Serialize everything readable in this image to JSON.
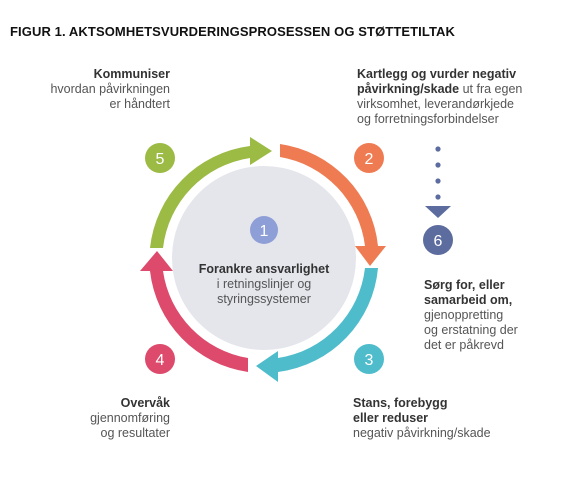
{
  "figure": {
    "title": "FIGUR 1. AKTSOMHETSVURDERINGSPROSESSEN OG STØTTETILTAK"
  },
  "colors": {
    "green": "#9bbb45",
    "orange": "#ef7b53",
    "teal": "#4fbccb",
    "pink": "#dd4a6b",
    "center_circle": "#e4e6ec",
    "center_badge": "#8e9ed6",
    "connector": "#5d6c9f"
  },
  "center": {
    "number": "1",
    "title": "Forankre ansvarlighet",
    "lines": [
      "i retningslinjer og",
      "styringssystemer"
    ]
  },
  "steps": [
    {
      "number": "2",
      "bold_lines": [
        "Kartlegg og vurder negativ",
        "påvirkning/skade"
      ],
      "bold_tail": " ut fra egen",
      "lines": [
        "virksomhet, leverandørkjede",
        "og forretningsforbindelser"
      ]
    },
    {
      "number": "3",
      "bold_lines": [
        "Stans, forebygg",
        "eller reduser"
      ],
      "lines": [
        "negativ påvirkning/skade"
      ]
    },
    {
      "number": "4",
      "bold_lines": [
        "Overvåk"
      ],
      "lines": [
        "gjennomføring",
        "og resultater"
      ]
    },
    {
      "number": "5",
      "bold_lines": [
        "Kommuniser"
      ],
      "lines": [
        "hvordan påvirkningen",
        "er håndtert"
      ]
    },
    {
      "number": "6",
      "bold_lines": [
        "Sørg for, eller",
        "samarbeid om,"
      ],
      "lines": [
        "gjenoppretting",
        "og erstatning der",
        "det er påkrevd"
      ]
    }
  ]
}
